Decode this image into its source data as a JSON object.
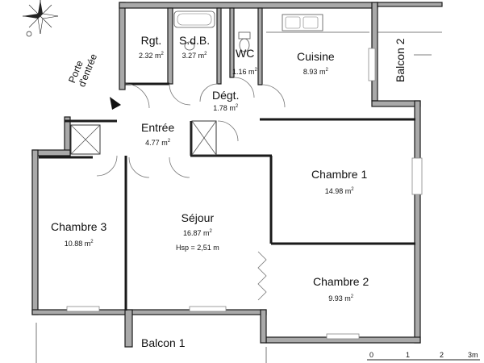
{
  "plan": {
    "entrance_label_line1": "Porte",
    "entrance_label_line2": "d'entrée",
    "area_unit": "m",
    "area_unit_exp": "2",
    "rooms": [
      {
        "id": "rgt",
        "name": "Rgt.",
        "area": "2.32"
      },
      {
        "id": "sdb",
        "name": "S.d.B.",
        "area": "3.27"
      },
      {
        "id": "wc",
        "name": "WC",
        "area": "1.16"
      },
      {
        "id": "cuisine",
        "name": "Cuisine",
        "area": "8.93"
      },
      {
        "id": "balcon2",
        "name": "Balcon 2",
        "area": ""
      },
      {
        "id": "degt",
        "name": "Dégt.",
        "area": "1.78"
      },
      {
        "id": "entree",
        "name": "Entrée",
        "area": "4.77"
      },
      {
        "id": "chambre1",
        "name": "Chambre 1",
        "area": "14.98"
      },
      {
        "id": "chambre3",
        "name": "Chambre 3",
        "area": "10.88"
      },
      {
        "id": "sejour",
        "name": "Séjour",
        "area": "16.87",
        "extra": "Hsp = 2,51 m"
      },
      {
        "id": "chambre2",
        "name": "Chambre 2",
        "area": "9.93"
      },
      {
        "id": "balcon1",
        "name": "Balcon 1",
        "area": ""
      }
    ],
    "scale_ticks": [
      "0",
      "1",
      "2",
      "3m"
    ],
    "colors": {
      "wall": "#a9a9a9",
      "outline": "#1a1a1a"
    },
    "icons": [
      "compass-rose-icon",
      "entrance-arrow-icon"
    ]
  }
}
